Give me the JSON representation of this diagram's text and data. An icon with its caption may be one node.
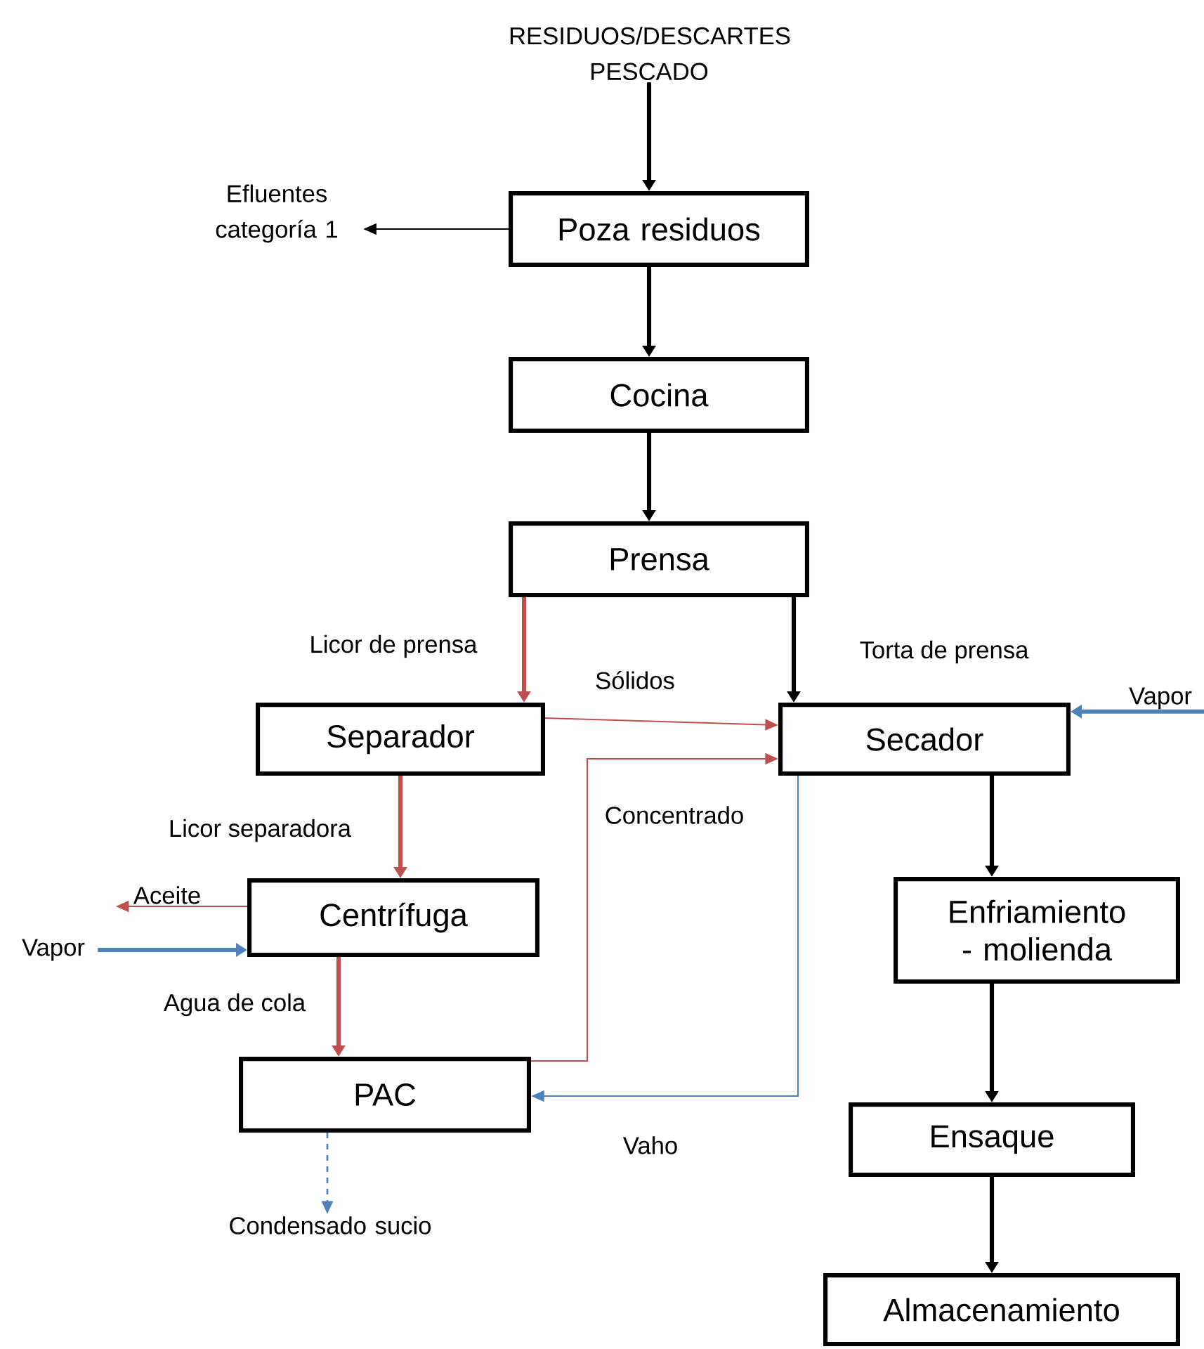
{
  "diagram": {
    "nodes": [
      {
        "text": [
          "RESIDUOS/DESCARTES PESCADO"
        ]
      },
      {
        "text": [
          "Poza residuos"
        ]
      },
      {
        "text": [
          "Efluentes categoría 1"
        ]
      },
      {
        "text": [
          "Cocina"
        ]
      },
      {
        "text": [
          "Prensa"
        ]
      },
      {
        "text": [
          "Separador"
        ]
      },
      {
        "text": [
          "Secador"
        ]
      },
      {
        "text": [
          "Vapor"
        ]
      },
      {
        "text": [
          "Centrífuga"
        ]
      },
      {
        "text": [
          "Aceite"
        ]
      },
      {
        "text": [
          "Vapor"
        ]
      },
      {
        "text": [
          "Enfriamiento - molienda"
        ]
      },
      {
        "text": [
          "PAC"
        ]
      },
      {
        "text": [
          "Ensaque"
        ]
      },
      {
        "text": [
          "Condensado sucio"
        ]
      },
      {
        "text": [
          "Almacenamiento"
        ]
      }
    ],
    "edges": [
      {
        "from": 0,
        "to": 1,
        "arrow": "to"
      },
      {
        "from": 1,
        "to": 2,
        "arrow": "to"
      },
      {
        "from": 1,
        "to": 3,
        "arrow": "to"
      },
      {
        "from": 3,
        "to": 4,
        "arrow": "to"
      },
      {
        "from": 4,
        "to": 5,
        "arrow": "to",
        "color": "#c0504d",
        "label": "Licor de prensa"
      },
      {
        "from": 4,
        "to": 6,
        "arrow": "to",
        "label": "Torta de prensa"
      },
      {
        "from": 5,
        "to": 6,
        "arrow": "to",
        "color": "#c0504d",
        "label": "Sólidos"
      },
      {
        "from": 7,
        "to": 6,
        "arrow": "to",
        "color": "#4f81bd"
      },
      {
        "from": 5,
        "to": 8,
        "arrow": "to",
        "color": "#c0504d",
        "label": "Licor separadora"
      },
      {
        "from": 8,
        "to": 9,
        "arrow": "to",
        "color": "#c0504d"
      },
      {
        "from": 10,
        "to": 8,
        "arrow": "to",
        "color": "#4f81bd"
      },
      {
        "from": 8,
        "to": 12,
        "arrow": "to",
        "color": "#c0504d",
        "label": "Agua de cola"
      },
      {
        "from": 12,
        "to": 6,
        "arrow": "to",
        "color": "#c0504d",
        "label": "Concentrado"
      },
      {
        "from": 6,
        "to": 12,
        "arrow": "to",
        "color": "#4f81bd",
        "label": "Vaho"
      },
      {
        "from": 6,
        "to": 11,
        "arrow": "to"
      },
      {
        "from": 11,
        "to": 13,
        "arrow": "to"
      },
      {
        "from": 13,
        "to": 15,
        "arrow": "to"
      },
      {
        "from": 12,
        "to": 14,
        "arrow": "to",
        "style": "dashed",
        "color": "#4f81bd"
      }
    ]
  }
}
